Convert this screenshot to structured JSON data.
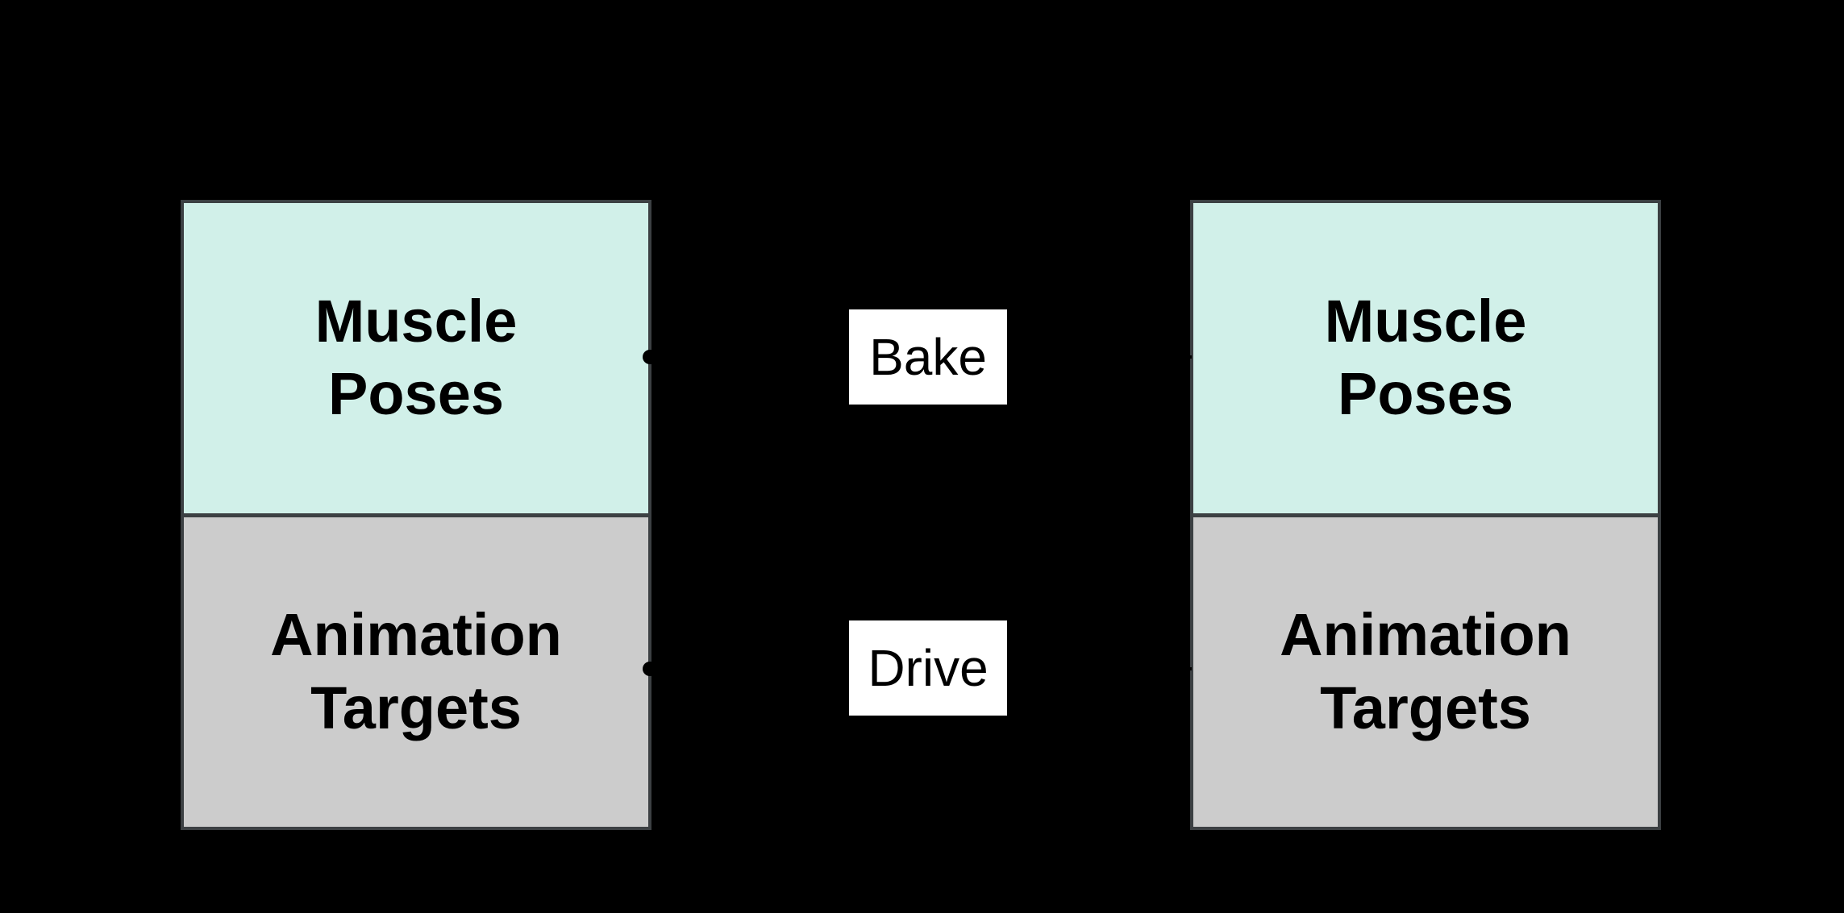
{
  "boxes": [
    {
      "id": "left",
      "sections": [
        {
          "label": "Muscle\nPoses"
        },
        {
          "label": "Animation\nTargets"
        }
      ]
    },
    {
      "id": "right",
      "sections": [
        {
          "label": "Muscle\nPoses"
        },
        {
          "label": "Animation\nTargets"
        }
      ]
    }
  ],
  "connectors": [
    {
      "label": "Bake"
    },
    {
      "label": "Drive"
    }
  ],
  "colors": {
    "background": "#000000",
    "muscle_fill": "#d1f0e9",
    "targets_fill": "#cccccc",
    "box_border": "#3c4043",
    "label_background": "#ffffff",
    "label_text": "#000000",
    "connector": "#000000"
  }
}
